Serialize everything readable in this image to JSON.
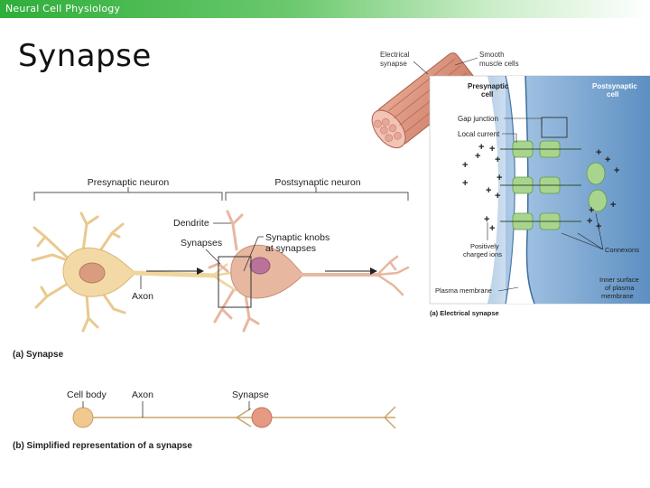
{
  "header": {
    "course_title": "Neural Cell Physiology"
  },
  "slide": {
    "title": "Synapse"
  },
  "figure_a": {
    "presynaptic_label": "Presynaptic neuron",
    "postsynaptic_label": "Postsynaptic neuron",
    "dendrite_label": "Dendrite",
    "synapses_label": "Synapses",
    "knobs_label_1": "Synaptic knobs",
    "knobs_label_2": "at synapses",
    "axon_label": "Axon",
    "caption": "(a) Synapse"
  },
  "figure_b": {
    "cell_body_label": "Cell body",
    "axon_label": "Axon",
    "synapse_label": "Synapse",
    "caption": "(b) Simplified representation of a synapse"
  },
  "electrical": {
    "electrical_synapse_1": "Electrical",
    "electrical_synapse_2": "synapse",
    "smooth_muscle_1": "Smooth",
    "smooth_muscle_2": "muscle cells",
    "presynaptic_cell_1": "Presynaptic",
    "presynaptic_cell_2": "cell",
    "postsynaptic_cell_1": "Postsynaptic",
    "postsynaptic_cell_2": "cell",
    "gap_junction": "Gap junction",
    "local_current": "Local current",
    "pos_ions_1": "Positively",
    "pos_ions_2": "charged ions",
    "connexons": "Connexons",
    "inner_surface_1": "Inner surface",
    "inner_surface_2": "of plasma",
    "inner_surface_3": "membrane",
    "plasma_membrane": "Plasma membrane",
    "caption": "(a) Electrical synapse"
  },
  "colors": {
    "accent_green": "#2fae3a",
    "cell_fill": "#f3d9a6",
    "post_cell_fill": "#e8b7a0",
    "membrane_blue": "#5b86b8",
    "connexon_green": "#a9d48e"
  }
}
